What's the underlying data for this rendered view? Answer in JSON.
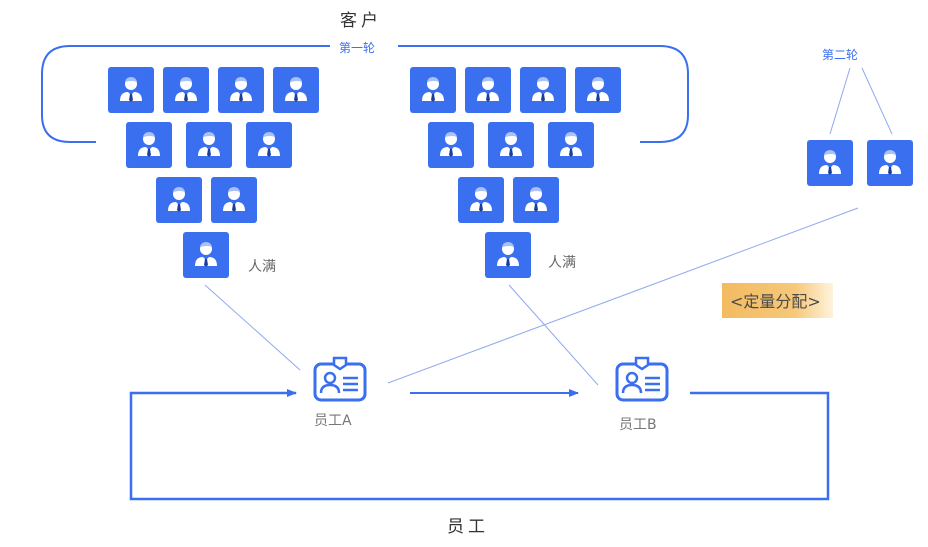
{
  "diagram": {
    "top_title": "客户",
    "bottom_title": "员工",
    "round_one_label": "第一轮",
    "round_two_label": "第二轮",
    "quota_label": "<定量分配>",
    "colors": {
      "primary": "#3a6ff0",
      "thin_line": "#8fa9ee",
      "quota_bg": "#f4c06c",
      "text_dark": "#333333",
      "text_gray": "#777777"
    },
    "groups": [
      {
        "name": "left-customer-pyramid",
        "rows": [
          4,
          3,
          2,
          1
        ],
        "full_label": "人满"
      },
      {
        "name": "right-customer-pyramid",
        "rows": [
          4,
          3,
          2,
          1
        ],
        "full_label": "人满"
      },
      {
        "name": "second-round-customers",
        "count": 2
      }
    ],
    "employees": [
      {
        "id": "A",
        "label": "员工A"
      },
      {
        "id": "B",
        "label": "员工B"
      }
    ]
  }
}
